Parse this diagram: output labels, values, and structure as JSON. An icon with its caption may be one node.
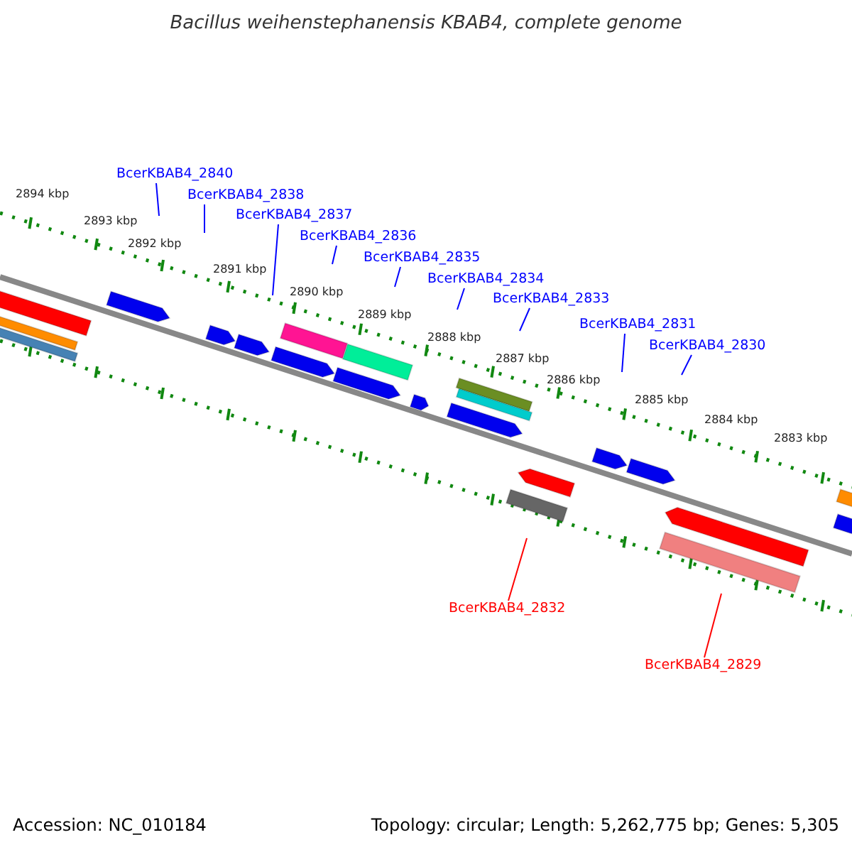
{
  "diagram": {
    "title": "Bacillus weihenstephanensis KBAB4, complete genome",
    "nodes": [
      {
        "text": [
          "BcerKBAB4_2840"
        ]
      },
      {
        "text": [
          "BcerKBAB4_2838"
        ]
      },
      {
        "text": [
          "BcerKBAB4_2837"
        ]
      },
      {
        "text": [
          "BcerKBAB4_2836"
        ]
      },
      {
        "text": [
          "BcerKBAB4_2835"
        ]
      },
      {
        "text": [
          "BcerKBAB4_2834"
        ]
      },
      {
        "text": [
          "BcerKBAB4_2833"
        ]
      },
      {
        "text": [
          "BcerKBAB4_2831"
        ]
      },
      {
        "text": [
          "BcerKBAB4_2830"
        ]
      },
      {
        "text": [
          "BcerKBAB4_2832"
        ]
      },
      {
        "text": [
          "BcerKBAB4_2829"
        ]
      }
    ],
    "edges": [
      {
        "from": 0,
        "to": null,
        "arrow": "none"
      },
      {
        "from": 1,
        "to": null,
        "arrow": "none"
      },
      {
        "from": 2,
        "to": null,
        "arrow": "none"
      },
      {
        "from": 3,
        "to": null,
        "arrow": "none"
      },
      {
        "from": 4,
        "to": null,
        "arrow": "none"
      },
      {
        "from": 5,
        "to": null,
        "arrow": "none"
      },
      {
        "from": 6,
        "to": null,
        "arrow": "none"
      },
      {
        "from": 7,
        "to": null,
        "arrow": "none"
      },
      {
        "from": 8,
        "to": null,
        "arrow": "none"
      },
      {
        "from": 9,
        "to": null,
        "arrow": "none",
        "color": "#ff0000"
      },
      {
        "from": 10,
        "to": null,
        "arrow": "none",
        "color": "#ff0000"
      }
    ],
    "labels": [
      "2894 kbp",
      "2893 kbp",
      "2892 kbp",
      "2891 kbp",
      "2890 kbp",
      "2889 kbp",
      "2888 kbp",
      "2887 kbp",
      "2886 kbp",
      "2885 kbp",
      "2884 kbp",
      "2883 kbp",
      "Accession: NC_010184",
      "Topology: circular; Length: 5,262,775 bp; Genes: 5,305"
    ]
  }
}
